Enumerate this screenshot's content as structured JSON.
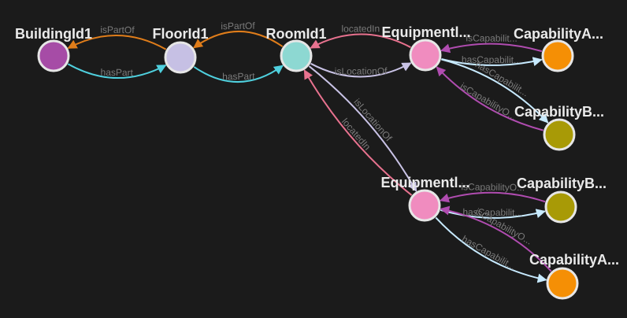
{
  "nodes": [
    {
      "id": "b1",
      "label": "BuildingId1",
      "color": "#a64ca6"
    },
    {
      "id": "f1",
      "label": "FloorId1",
      "color": "#c6c0e4"
    },
    {
      "id": "r1",
      "label": "RoomId1",
      "color": "#8dd8d2"
    },
    {
      "id": "e1",
      "label": "Equipmentl...",
      "color": "#f08cbf"
    },
    {
      "id": "e2",
      "label": "Equipmentl...",
      "color": "#f08cbf"
    },
    {
      "id": "ca1",
      "label": "CapabilityA...",
      "color": "#f58f05"
    },
    {
      "id": "cb1",
      "label": "CapabilityB...",
      "color": "#a89a06"
    },
    {
      "id": "cb2",
      "label": "CapabilityB...",
      "color": "#a89a06"
    },
    {
      "id": "ca2",
      "label": "CapabilityA...",
      "color": "#f58f05"
    }
  ],
  "edges": [
    {
      "id": "e-b1-f1",
      "from": "b1",
      "to": "f1",
      "label": "hasPart",
      "color": "#4fd0de"
    },
    {
      "id": "e-f1-b1",
      "from": "f1",
      "to": "b1",
      "label": "isPartOf",
      "color": "#e07d1a"
    },
    {
      "id": "e-r1-f1",
      "from": "r1",
      "to": "f1",
      "label": "isPartOf",
      "color": "#e07d1a"
    },
    {
      "id": "e-f1-r1",
      "from": "f1",
      "to": "r1",
      "label": "hasPart",
      "color": "#4fd0de"
    },
    {
      "id": "e-r1-e1",
      "from": "r1",
      "to": "e1",
      "label": "isLocationOf",
      "color": "#c9c3e6"
    },
    {
      "id": "e-e1-r1",
      "from": "e1",
      "to": "r1",
      "label": "locatedIn",
      "color": "#e8728f"
    },
    {
      "id": "e-r1-e2",
      "from": "r1",
      "to": "e2",
      "label": "isLocationOf",
      "color": "#c9c3e6"
    },
    {
      "id": "e-e2-r1",
      "from": "e2",
      "to": "r1",
      "label": "locatedIn",
      "color": "#e8728f"
    },
    {
      "id": "e-e1-ca1",
      "from": "e1",
      "to": "ca1",
      "label": "hasCapabilit...",
      "color": "#c7eaff"
    },
    {
      "id": "e-ca1-e1",
      "from": "ca1",
      "to": "e1",
      "label": "isCapabilit...",
      "color": "#b04cb0"
    },
    {
      "id": "e-e1-cb1",
      "from": "e1",
      "to": "cb1",
      "label": "hasCapabilit...",
      "color": "#c7eaff"
    },
    {
      "id": "e-cb1-e1",
      "from": "cb1",
      "to": "e1",
      "label": "isCapabilityO...",
      "color": "#b04cb0"
    },
    {
      "id": "e-cb2-e2",
      "from": "cb2",
      "to": "e2",
      "label": "isCapabilityO...",
      "color": "#b04cb0"
    },
    {
      "id": "e-e2-cb2",
      "from": "e2",
      "to": "cb2",
      "label": "hasCapabilit...",
      "color": "#c7eaff"
    },
    {
      "id": "e-ca2-e2",
      "from": "ca2",
      "to": "e2",
      "label": "isCapabilityO...",
      "color": "#b04cb0"
    },
    {
      "id": "e-e2-ca2",
      "from": "e2",
      "to": "ca2",
      "label": "hasCapabilit...",
      "color": "#c7eaff"
    }
  ]
}
